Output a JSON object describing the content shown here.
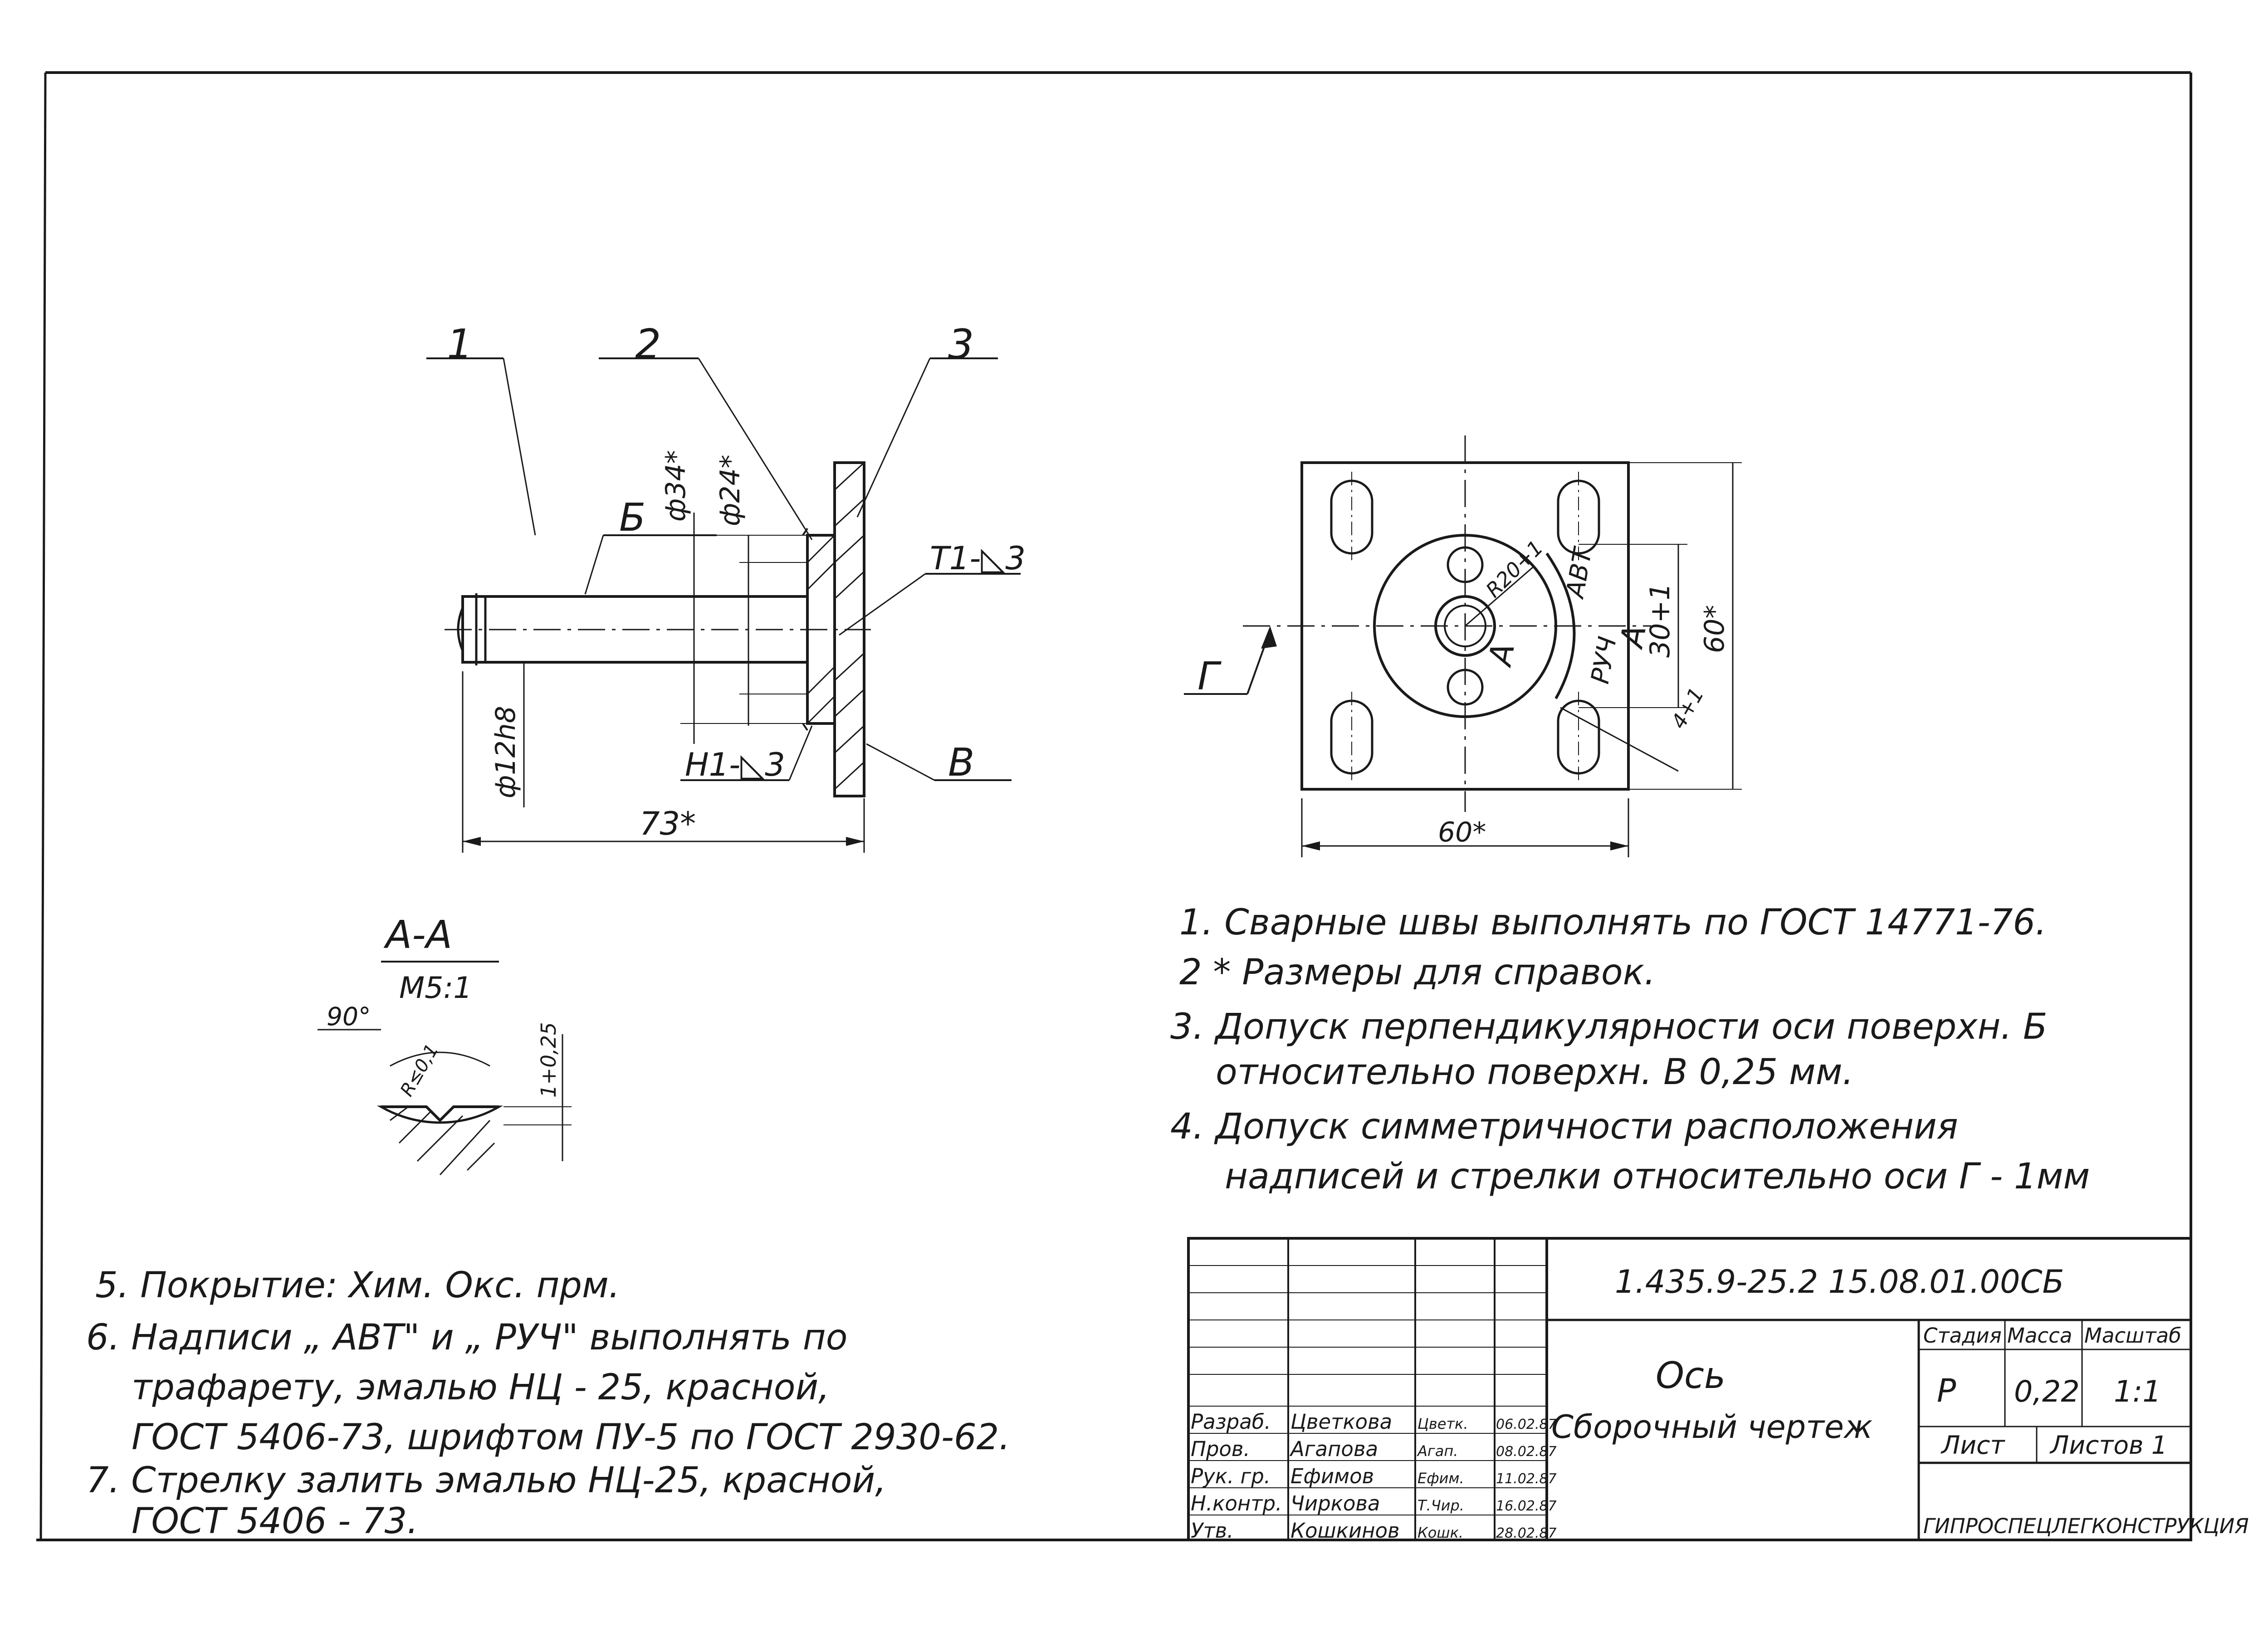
{
  "drawing": {
    "left_view": {
      "callouts": [
        "1",
        "2",
        "3"
      ],
      "surface_b": "Б",
      "surface_v": "В",
      "dim_d34": "ф34*",
      "dim_d24": "ф24*",
      "dim_d12": "ф12h8",
      "dim_len": "73*",
      "weld_top": "T1-◺3",
      "weld_bottom": "H1-◺3"
    },
    "right_view": {
      "view_letter": "Г",
      "label_avt": "АВТ",
      "label_ruch": "РУЧ",
      "section_mark": "А",
      "dim_r": "R20+1",
      "dim_30": "30+1",
      "dim_60_v": "60*",
      "dim_60_h": "60*",
      "dim_4": "4+1"
    },
    "section_view": {
      "title": "А-А",
      "scale": "М5:1",
      "angle": "90°",
      "radius": "R≤0,1",
      "depth": "1+0,25"
    }
  },
  "notes_right": [
    "1. Сварные   швы   выполнять   по  ГОСТ  14771-76.",
    "2 * Размеры   для   справок.",
    "3. Допуск   перпендикулярности   оси   поверхн. Б",
    "относительно   поверхн. В  0,25 мм.",
    "4.  Допуск   симметричности   расположения",
    "надписей  и  стрелки  относительно  оси  Г - 1мм"
  ],
  "notes_left": [
    "5.  Покрытие:  Хим. Окс. прм.",
    "6.  Надписи   „ АВТ\" и „ РУЧ\" выполнять  по",
    "трафарету,   эмалью   НЦ - 25,  красной,",
    "ГОСТ 5406-73,   шрифтом   ПУ-5 по ГОСТ 2930-62.",
    "7. Стрелку   залить   эмалью   НЦ-25,  красной,",
    "ГОСТ  5406 - 73."
  ],
  "title_block": {
    "designation": "1.435.9-25.2   15.08.01.00СБ",
    "name_line1": "Ось",
    "name_line2": "Сборочный  чертеж",
    "stage_header": "Стадия",
    "mass_header": "Масса",
    "scale_header": "Масштаб",
    "stage": "Р",
    "mass": "0,22",
    "scale": "1:1",
    "sheet": "Лист",
    "sheets": "Листов 1",
    "organization": "ГИПРОСПЕЦЛЕГКОНСТРУКЦИЯ",
    "roles": [
      "Разраб.",
      "Пров.",
      "Рук. гр.",
      "Н.контр.",
      "Утв."
    ],
    "names": [
      "Цветкова",
      "Агапова",
      "Ефимов",
      "Чиркова",
      "Кошкинов"
    ],
    "signatures": [
      "Цветк.",
      "Агап.",
      "Ефим.",
      "Т.Чир.",
      "Кошк."
    ],
    "dates": [
      "06.02.87",
      "08.02.87",
      "11.02.87",
      "16.02.87",
      "28.02.87"
    ]
  }
}
